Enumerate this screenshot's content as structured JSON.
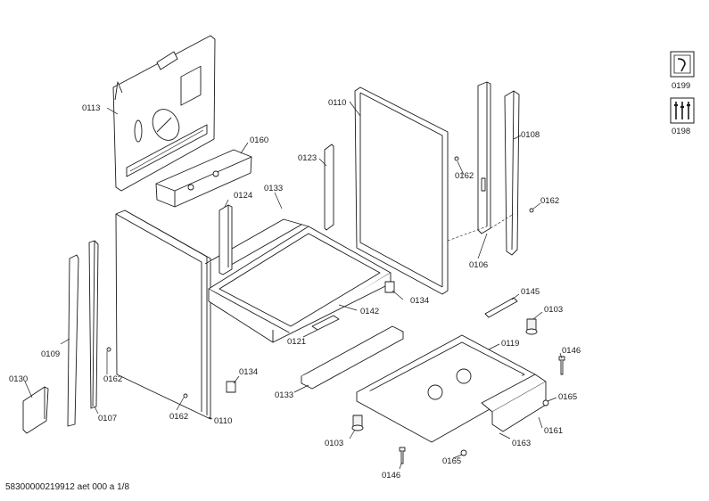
{
  "parts": [
    {
      "id": "p0113",
      "label": "0113"
    },
    {
      "id": "p0160",
      "label": "0160"
    },
    {
      "id": "p0124",
      "label": "0124"
    },
    {
      "id": "p0133a",
      "label": "0133"
    },
    {
      "id": "p0123",
      "label": "0123"
    },
    {
      "id": "p0110a",
      "label": "0110"
    },
    {
      "id": "p0162a",
      "label": "0162"
    },
    {
      "id": "p0108",
      "label": "0108"
    },
    {
      "id": "p0162b",
      "label": "0162"
    },
    {
      "id": "p0106",
      "label": "0106"
    },
    {
      "id": "p0134a",
      "label": "0134"
    },
    {
      "id": "p0142",
      "label": "0142"
    },
    {
      "id": "p0121",
      "label": "0121"
    },
    {
      "id": "p0145",
      "label": "0145"
    },
    {
      "id": "p0103a",
      "label": "0103"
    },
    {
      "id": "p0119",
      "label": "0119"
    },
    {
      "id": "p0146a",
      "label": "0146"
    },
    {
      "id": "p0165a",
      "label": "0165"
    },
    {
      "id": "p0161",
      "label": "0161"
    },
    {
      "id": "p0163",
      "label": "0163"
    },
    {
      "id": "p0165b",
      "label": "0165"
    },
    {
      "id": "p0146b",
      "label": "0146"
    },
    {
      "id": "p0103b",
      "label": "0103"
    },
    {
      "id": "p0133b",
      "label": "0133"
    },
    {
      "id": "p0134b",
      "label": "0134"
    },
    {
      "id": "p0162c",
      "label": "0162"
    },
    {
      "id": "p0110b",
      "label": "0110"
    },
    {
      "id": "p0162d",
      "label": "0162"
    },
    {
      "id": "p0109",
      "label": "0109"
    },
    {
      "id": "p0107",
      "label": "0107"
    },
    {
      "id": "p0130",
      "label": "0130"
    }
  ],
  "tools": [
    {
      "label": "0199",
      "icon": "wrench-icon"
    },
    {
      "label": "0198",
      "icon": "screwdriver-set-icon"
    }
  ],
  "footer": "58300000219912 aet 000 a 1/8"
}
